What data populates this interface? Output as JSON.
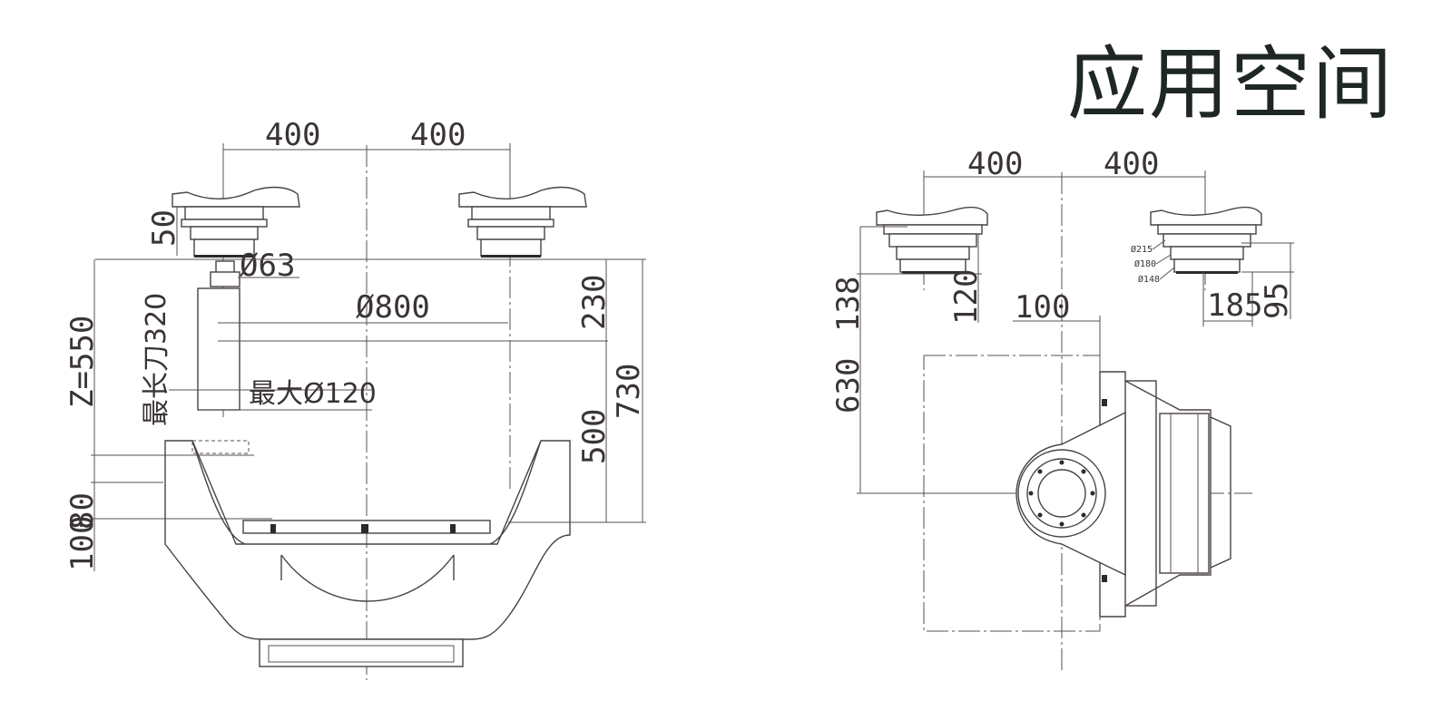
{
  "title": "应用空间",
  "left_view": {
    "dims": {
      "top_left_400": "400",
      "top_right_400": "400",
      "d50": "50",
      "d63": "Ø63",
      "d800": "Ø800",
      "d230": "230",
      "z550": "Z=550",
      "tool_len": "最长刀320",
      "tool_dia": "最大Ø120",
      "d730": "730",
      "d500": "500",
      "d100": "100",
      "d80": "80"
    }
  },
  "right_view": {
    "dims": {
      "top_left_400": "400",
      "top_right_400": "400",
      "d138": "138",
      "d120": "120",
      "d100": "100",
      "d630": "630",
      "d185": "185",
      "d95": "95",
      "d215": "Ø215",
      "d180": "Ø180",
      "d148": "Ø148"
    }
  }
}
